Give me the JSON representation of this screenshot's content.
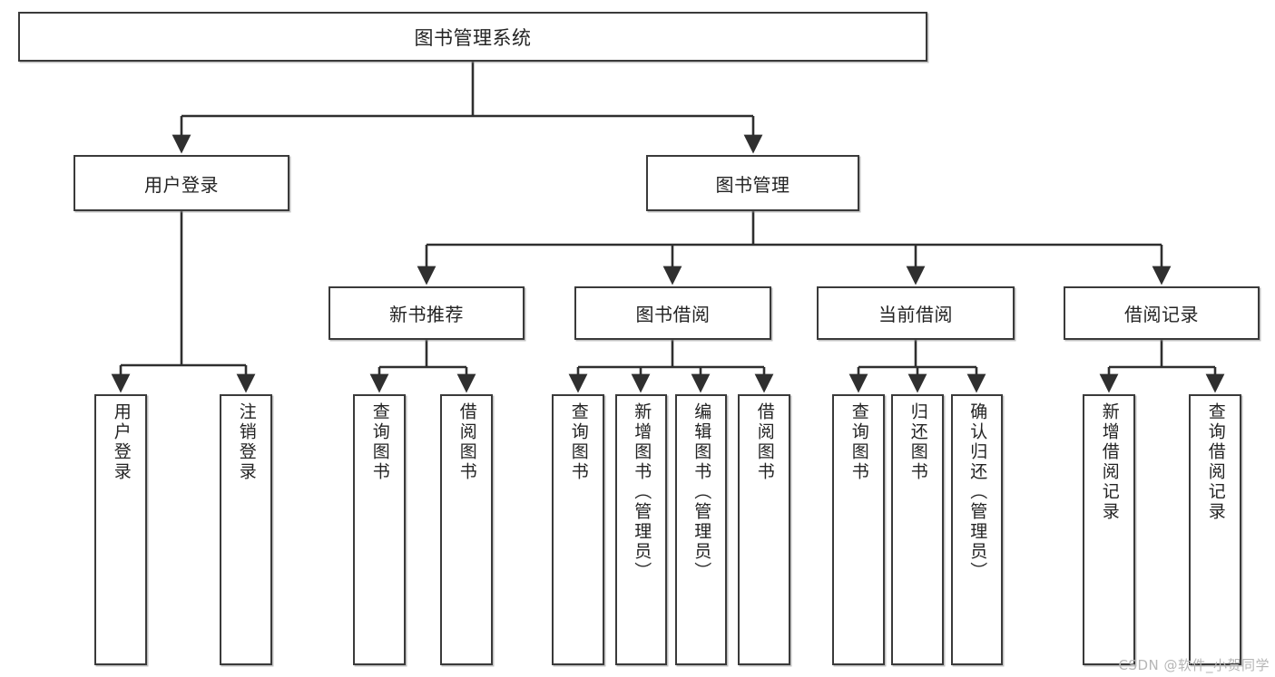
{
  "diagram": {
    "title": "图书管理系统",
    "kind": "功能结构图",
    "colors": {
      "background": "#ffffff",
      "box_border": "#3a3a3a",
      "box_fill": "#ffffff",
      "connector": "#2f2f2f",
      "text": "#232323",
      "watermark": "#b6b6b6"
    },
    "watermark": "CSDN @软件_小贺同学"
  },
  "nodes": {
    "root": {
      "label": "图书管理系统"
    },
    "level2": [
      {
        "label": "用户登录"
      },
      {
        "label": "图书管理"
      }
    ],
    "level3": [
      {
        "label": "新书推荐"
      },
      {
        "label": "图书借阅"
      },
      {
        "label": "当前借阅"
      },
      {
        "label": "借阅记录"
      }
    ],
    "leaves": [
      {
        "label": "用户登录",
        "parent": "用户登录"
      },
      {
        "label": "注销登录",
        "parent": "用户登录"
      },
      {
        "label": "查询图书",
        "parent": "新书推荐"
      },
      {
        "label": "借阅图书",
        "parent": "新书推荐"
      },
      {
        "label": "查询图书",
        "parent": "图书借阅"
      },
      {
        "label": "新增图书（管理员）",
        "parent": "图书借阅"
      },
      {
        "label": "编辑图书（管理员）",
        "parent": "图书借阅"
      },
      {
        "label": "借阅图书",
        "parent": "图书借阅"
      },
      {
        "label": "查询图书",
        "parent": "当前借阅"
      },
      {
        "label": "归还图书",
        "parent": "当前借阅"
      },
      {
        "label": "确认归还（管理员）",
        "parent": "当前借阅"
      },
      {
        "label": "新增借阅记录",
        "parent": "借阅记录"
      },
      {
        "label": "查询借阅记录",
        "parent": "借阅记录"
      }
    ]
  }
}
